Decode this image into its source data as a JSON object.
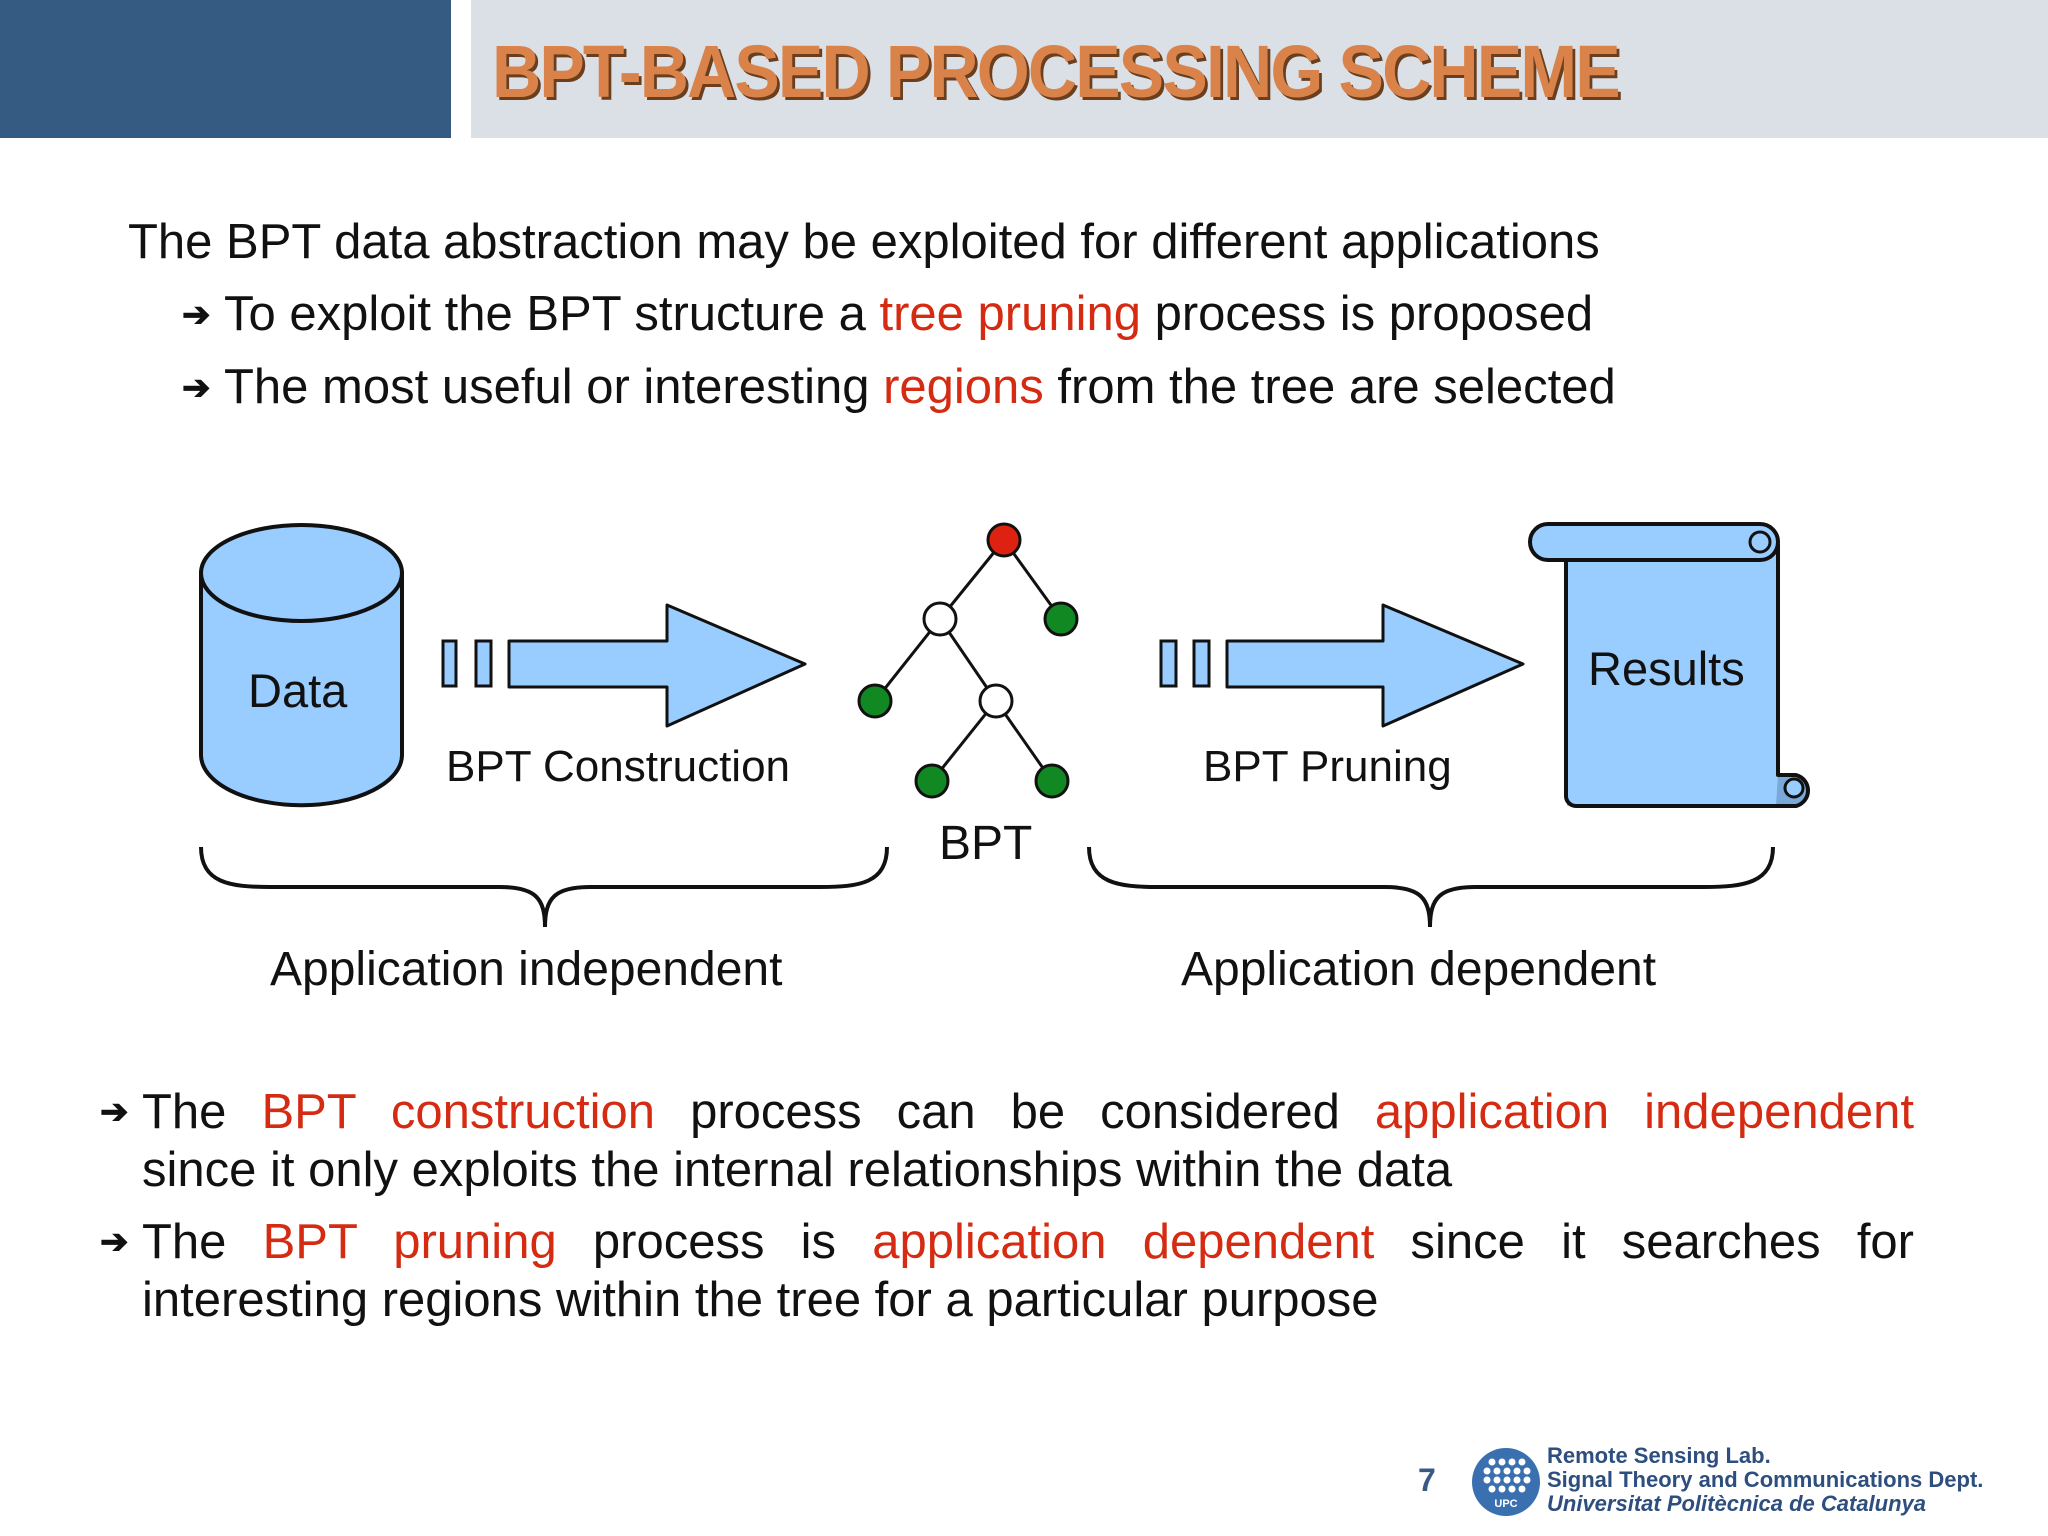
{
  "header": {
    "title": "BPT-BASED PROCESSING SCHEME"
  },
  "intro": {
    "line1": "The BPT data abstraction may be exploited for different applications",
    "bullet1": {
      "before": "To exploit the BPT structure a ",
      "highlight": "tree pruning",
      "after": " process is proposed"
    },
    "bullet2": {
      "before": "The most useful or interesting ",
      "highlight": "regions",
      "after": " from the tree are selected"
    },
    "arrow": "➔"
  },
  "diagram": {
    "data_label": "Data",
    "construction_label": "BPT Construction",
    "bpt_label": "BPT",
    "pruning_label": "BPT Pruning",
    "results_label": "Results",
    "independent_label": "Application independent",
    "dependent_label": "Application dependent",
    "colors": {
      "shape_fill": "#99ccff",
      "root_node": "#dd2211",
      "leaf_node": "#118822",
      "inner_node": "#ffffff"
    }
  },
  "bottom": {
    "p1": {
      "w1": "The",
      "w2": "BPT",
      "w3": "construction",
      "w4": "process",
      "w5": "can",
      "w6": "be",
      "w7": "considered",
      "w8": "application",
      "w9": "independent",
      "line2": "since it only exploits the internal relationships within the data"
    },
    "p2": {
      "w1": "The",
      "w2": "BPT",
      "w3": "pruning",
      "w4": "process",
      "w5": "is",
      "w6": "application",
      "w7": "dependent",
      "w8": "since",
      "w9": "it",
      "w10": "searches",
      "w11": "for",
      "line2": "interesting regions within the tree for a particular purpose"
    }
  },
  "footer": {
    "page_number": "7",
    "logo_text": "UPC",
    "line1": "Remote Sensing Lab.",
    "line2": "Signal Theory and Communications Dept.",
    "line3": "Universitat Politècnica de Catalunya"
  }
}
